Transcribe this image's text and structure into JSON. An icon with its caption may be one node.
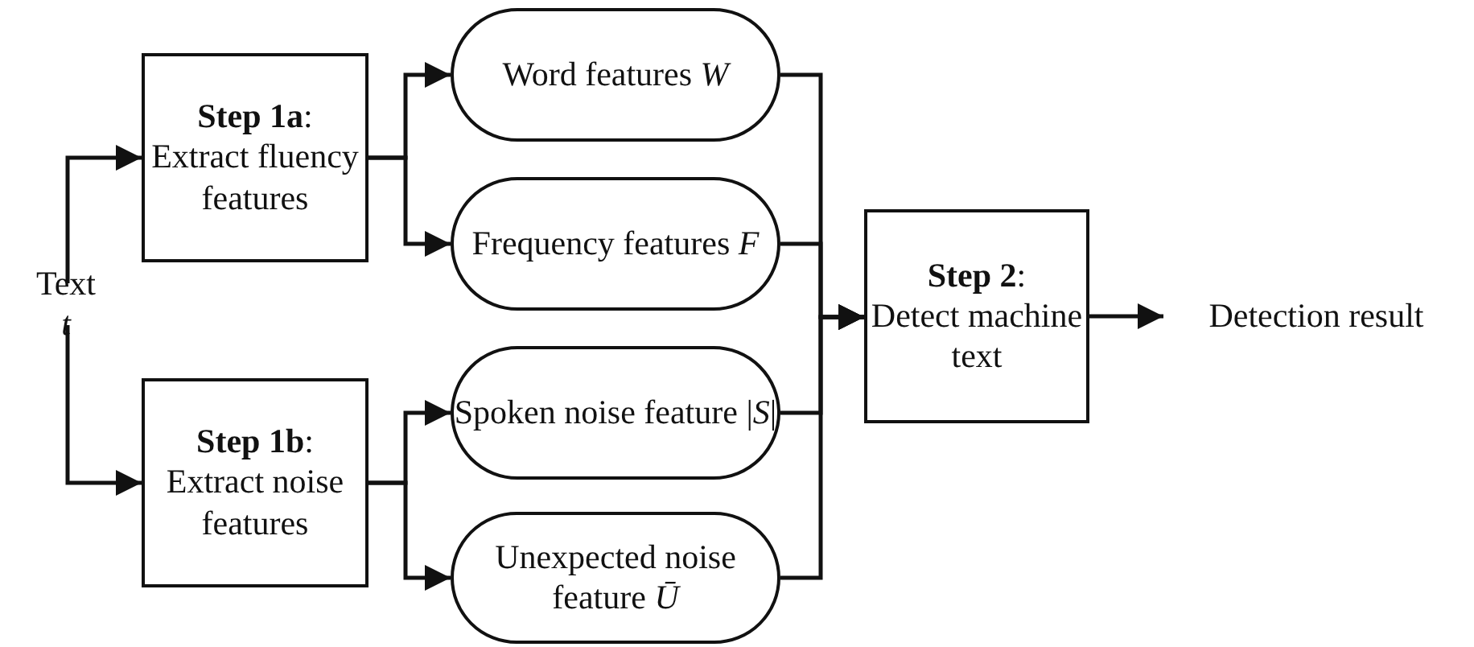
{
  "diagram": {
    "nodes": [
      {
        "text": [
          "Text *t*"
        ]
      },
      {
        "text": [
          "**Step 1a**:",
          "Extract fluency features"
        ]
      },
      {
        "text": [
          "Word features *W*"
        ]
      },
      {
        "text": [
          "Frequency features *F*"
        ]
      },
      {
        "text": [
          "**Step 1b**:",
          "Extract noise features"
        ]
      },
      {
        "text": [
          "Spoken noise feature |*S*|"
        ]
      },
      {
        "text": [
          "Unexpected noise feature *Ū*"
        ]
      },
      {
        "text": [
          "**Step 2**:",
          "Detect machine text"
        ]
      },
      {
        "text": [
          "Detection result"
        ]
      }
    ],
    "edges": [
      {
        "from": 0,
        "to": 1,
        "arrow": "to"
      },
      {
        "from": 0,
        "to": 4,
        "arrow": "to"
      },
      {
        "from": 1,
        "to": 2,
        "arrow": "to"
      },
      {
        "from": 1,
        "to": 3,
        "arrow": "to"
      },
      {
        "from": 4,
        "to": 5,
        "arrow": "to"
      },
      {
        "from": 4,
        "to": 6,
        "arrow": "to"
      },
      {
        "from": 2,
        "to": 7,
        "arrow": "to"
      },
      {
        "from": 3,
        "to": 7,
        "arrow": "to"
      },
      {
        "from": 5,
        "to": 7,
        "arrow": "to"
      },
      {
        "from": 6,
        "to": 7,
        "arrow": "to"
      },
      {
        "from": 7,
        "to": 8,
        "arrow": "to"
      }
    ]
  }
}
